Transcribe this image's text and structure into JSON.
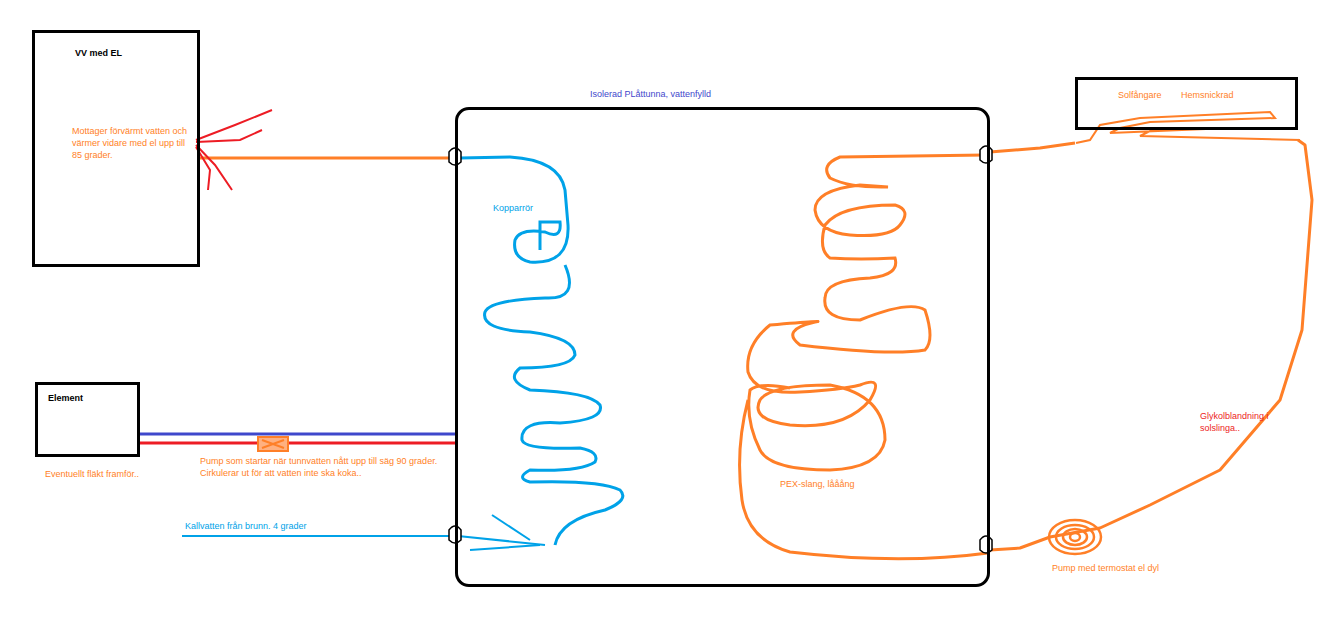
{
  "diagram": {
    "nodes": [
      {
        "text": [
          "VV med EL",
          "Mottager förvärmt vatten och värmer vidare med el upp till 85 grader."
        ]
      },
      {
        "text": [
          "Element",
          "Eventuellt fläkt framför.."
        ]
      },
      {
        "text": [
          "Isolerad PLåttunna, vattenfylld"
        ]
      },
      {
        "text": [
          "Solfångare",
          "Hemsnickrad"
        ]
      }
    ],
    "edges": [
      {
        "from": 0,
        "to": 2,
        "arrow": "none"
      },
      {
        "from": 1,
        "to": 2,
        "arrow": "none"
      },
      {
        "from": 1,
        "to": 2,
        "arrow": "none"
      },
      {
        "from": 2,
        "to": 3,
        "arrow": "none"
      },
      {
        "from": 3,
        "to": 2,
        "arrow": "none"
      }
    ],
    "labels": [
      "Kopparrör",
      "PEX-slang, lååång",
      "Pump som startar när tunnvatten nått upp till säg 90 grader. Cirkulerar ut för att vatten inte ska koka..",
      "Kallvatten från brunn. 4 grader",
      "Glykolblandning i solslinga..",
      "Pump med termostat el dyl"
    ]
  }
}
